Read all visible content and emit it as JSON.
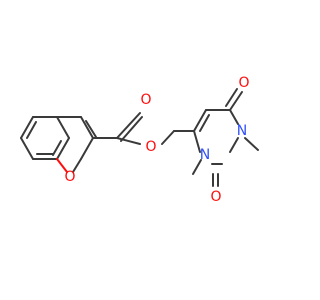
{
  "molecule": {
    "atoms": [
      {
        "id": "a1",
        "symbol": "O",
        "color": "#ff0d0d"
      },
      {
        "id": "a2",
        "symbol": "O",
        "color": "#ff0d0d"
      },
      {
        "id": "a3",
        "symbol": "O",
        "color": "#ff0d0d"
      },
      {
        "id": "a4",
        "symbol": "O",
        "color": "#ff0d0d"
      },
      {
        "id": "a5",
        "symbol": "O",
        "color": "#ff0d0d"
      },
      {
        "id": "a6",
        "symbol": "N",
        "color": "#3050f8"
      },
      {
        "id": "a7",
        "symbol": "N",
        "color": "#3050f8"
      }
    ],
    "bond_color": "#3a3a3a"
  }
}
